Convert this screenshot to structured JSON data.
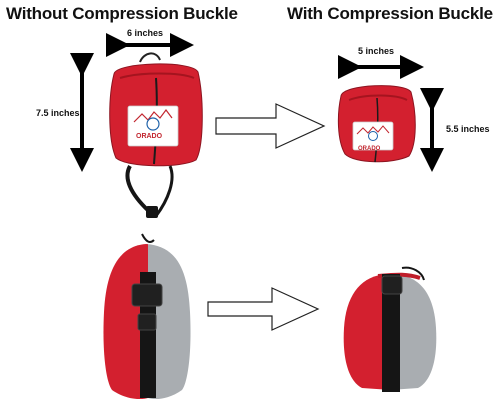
{
  "headings": {
    "left": "Without Compression Buckle",
    "right": "With Compression Buckle"
  },
  "dimensions": {
    "uncompressed_width": "6 inches",
    "uncompressed_height": "7.5 inches",
    "compressed_width": "5 inches",
    "compressed_height": "5.5 inches"
  },
  "brand": {
    "logo_text": "ORADO"
  },
  "colors": {
    "bag_red": "#d3202f",
    "bag_gray": "#a9adb1",
    "strap_black": "#151515"
  }
}
